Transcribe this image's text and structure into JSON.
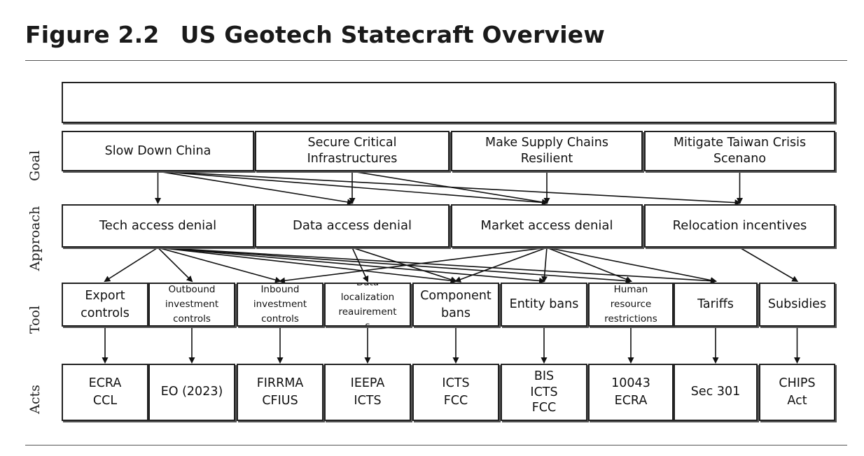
{
  "figure": {
    "number": "Figure 2.2",
    "title": "US Geotech Statecraft Overview"
  },
  "row_labels": {
    "goal": "Goal",
    "approach": "Approach",
    "tool": "Tool",
    "acts": "Acts"
  },
  "goals": [
    {
      "id": "slow-down-china",
      "lines": [
        "Slow Down China"
      ]
    },
    {
      "id": "secure-critical-infrastructures",
      "lines": [
        "Secure Critical",
        "Infrastructures"
      ]
    },
    {
      "id": "make-supply-chains-resilient",
      "lines": [
        "Make Supply Chains",
        "Resilient"
      ]
    },
    {
      "id": "mitigate-taiwan-crisis-scenario",
      "lines": [
        "Mitigate Taiwan Crisis",
        "Scenano"
      ]
    }
  ],
  "approaches": [
    {
      "id": "tech-access-denial",
      "lines": [
        "Tech access denial"
      ]
    },
    {
      "id": "data-access-denial",
      "lines": [
        "Data access denial"
      ]
    },
    {
      "id": "market-access-denial",
      "lines": [
        "Market access denial"
      ]
    },
    {
      "id": "relocation-incentives",
      "lines": [
        "Relocation incentives"
      ]
    }
  ],
  "tools": [
    {
      "id": "export-controls",
      "lines": [
        "Export",
        "controls"
      ]
    },
    {
      "id": "outbound-investment-controls",
      "lines": [
        "Outbound",
        "investment",
        "controls"
      ]
    },
    {
      "id": "inbound-investment-controls",
      "lines": [
        "Inbound",
        "investment",
        "controls"
      ]
    },
    {
      "id": "data-localization-requirements",
      "lines": [
        "Data",
        "localization",
        "reauirement",
        "s"
      ]
    },
    {
      "id": "component-bans",
      "lines": [
        "Component",
        "bans"
      ]
    },
    {
      "id": "entity-bans",
      "lines": [
        "Entity bans"
      ]
    },
    {
      "id": "human-resource-restrictions",
      "lines": [
        "Human",
        "resource",
        "restrictions"
      ]
    },
    {
      "id": "tariffs",
      "lines": [
        "Tariffs"
      ]
    },
    {
      "id": "subsidies",
      "lines": [
        "Subsidies"
      ]
    }
  ],
  "acts": [
    {
      "id": "ecra-ccl",
      "lines": [
        "ECRA",
        "CCL"
      ]
    },
    {
      "id": "eo-2023",
      "lines": [
        "EO (2023)"
      ]
    },
    {
      "id": "firrma-cfius",
      "lines": [
        "FIRRMA",
        "CFIUS"
      ]
    },
    {
      "id": "ieepa-icts",
      "lines": [
        "IEEPA",
        "ICTS"
      ]
    },
    {
      "id": "icts-fcc",
      "lines": [
        "ICTS",
        "FCC"
      ]
    },
    {
      "id": "bis-icts-fcc",
      "lines": [
        "BIS",
        "ICTS",
        "FCC"
      ]
    },
    {
      "id": "10043-ecra",
      "lines": [
        "10043",
        "ECRA"
      ]
    },
    {
      "id": "sec-301",
      "lines": [
        "Sec 301"
      ]
    },
    {
      "id": "chips-act",
      "lines": [
        "CHIPS",
        "Act"
      ]
    }
  ],
  "links": {
    "goal_to_approach": [
      [
        "slow-down-china",
        "tech-access-denial"
      ],
      [
        "slow-down-china",
        "data-access-denial"
      ],
      [
        "slow-down-china",
        "market-access-denial"
      ],
      [
        "secure-critical-infrastructures",
        "data-access-denial"
      ],
      [
        "secure-critical-infrastructures",
        "market-access-denial"
      ],
      [
        "make-supply-chains-resilient",
        "market-access-denial"
      ],
      [
        "mitigate-taiwan-crisis-scenario",
        "relocation-incentives"
      ],
      [
        "slow-down-china",
        "relocation-incentives"
      ]
    ],
    "approach_to_tool": [
      [
        "tech-access-denial",
        "export-controls"
      ],
      [
        "tech-access-denial",
        "outbound-investment-controls"
      ],
      [
        "tech-access-denial",
        "inbound-investment-controls"
      ],
      [
        "tech-access-denial",
        "component-bans"
      ],
      [
        "tech-access-denial",
        "entity-bans"
      ],
      [
        "tech-access-denial",
        "human-resource-restrictions"
      ],
      [
        "tech-access-denial",
        "tariffs"
      ],
      [
        "data-access-denial",
        "data-localization-requirements"
      ],
      [
        "data-access-denial",
        "component-bans"
      ],
      [
        "market-access-denial",
        "inbound-investment-controls"
      ],
      [
        "market-access-denial",
        "component-bans"
      ],
      [
        "market-access-denial",
        "entity-bans"
      ],
      [
        "market-access-denial",
        "human-resource-restrictions"
      ],
      [
        "market-access-denial",
        "tariffs"
      ],
      [
        "relocation-incentives",
        "subsidies"
      ]
    ],
    "tool_to_act": [
      [
        "export-controls",
        "ecra-ccl"
      ],
      [
        "outbound-investment-controls",
        "eo-2023"
      ],
      [
        "inbound-investment-controls",
        "firrma-cfius"
      ],
      [
        "data-localization-requirements",
        "ieepa-icts"
      ],
      [
        "component-bans",
        "icts-fcc"
      ],
      [
        "entity-bans",
        "bis-icts-fcc"
      ],
      [
        "human-resource-restrictions",
        "10043-ecra"
      ],
      [
        "tariffs",
        "sec-301"
      ],
      [
        "subsidies",
        "chips-act"
      ]
    ]
  }
}
